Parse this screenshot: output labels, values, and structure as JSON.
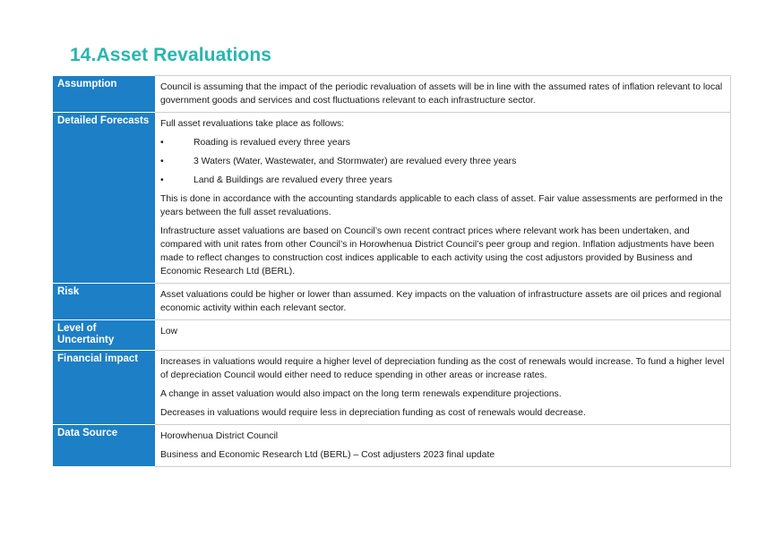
{
  "title": "14.Asset Revaluations",
  "rows": {
    "assumption": {
      "label": "Assumption",
      "p1": "Council is assuming that the impact of the periodic revaluation of assets will be in line with the assumed rates of inflation relevant to local government goods and services and cost fluctuations relevant to each infrastructure sector."
    },
    "forecasts": {
      "label": "Detailed Forecasts",
      "intro": "Full asset revaluations take place as follows:",
      "bullets": [
        "Roading is revalued every three years",
        "3 Waters (Water, Wastewater, and Stormwater) are revalued every three years",
        "Land & Buildings are revalued every three years"
      ],
      "p2": "This is done in accordance with the accounting standards applicable to each class of asset. Fair value assessments are performed in the years between the full asset revaluations.",
      "p3": "Infrastructure asset valuations are based on Council’s own recent contract prices where relevant work has been undertaken, and compared with unit rates from other Council’s in Horowhenua District Council’s peer group and region. Inflation adjustments have been made to reflect changes to construction cost indices applicable to each activity using the cost adjustors provided by Business and Economic Research Ltd (BERL)."
    },
    "risk": {
      "label": "Risk",
      "p1": "Asset valuations could be higher or lower than assumed. Key impacts on the valuation of infrastructure assets are oil prices and regional economic activity within each relevant sector."
    },
    "uncertainty": {
      "label": "Level of Uncertainty",
      "p1": "Low"
    },
    "impact": {
      "label": "Financial impact",
      "p1": "Increases in valuations would require a higher level of depreciation funding as the cost of renewals would increase. To fund a higher level of depreciation Council would either need to reduce spending in other areas or increase rates.",
      "p2": "A change in asset valuation would also impact on the long term renewals expenditure projections.",
      "p3": "Decreases in valuations would require less in depreciation funding as cost of renewals would decrease."
    },
    "source": {
      "label": "Data Source",
      "p1": "Horowhenua District Council",
      "p2": "Business and Economic Research Ltd (BERL) – Cost adjusters 2023 final update"
    }
  },
  "bullet_glyph": "•",
  "colors": {
    "heading": "#27b6b0",
    "label_bg": "#1d7fc6",
    "border": "#cfcfcf"
  }
}
